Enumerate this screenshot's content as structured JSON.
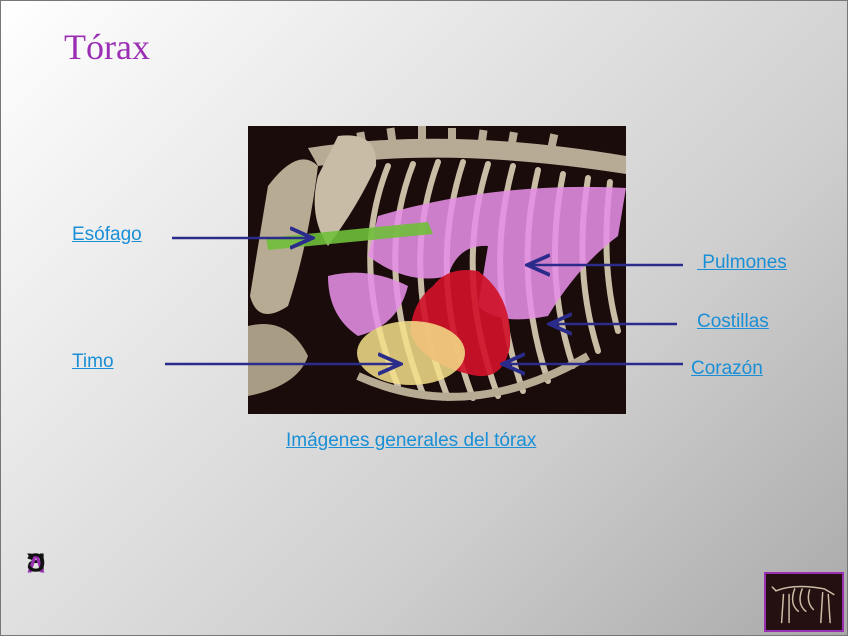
{
  "slide": {
    "title": "Tórax",
    "caption": "Imágenes generales del tórax",
    "logo": {
      "r": "R",
      "v": "V",
      "c": "C"
    }
  },
  "labels": {
    "esofago": "Esófago",
    "timo": "Timo",
    "pulmones": " Pulmones",
    "costillas": "Costillas",
    "corazon": "Corazón"
  },
  "colors": {
    "title": "#9b2fb4",
    "link": "#1a8fd6",
    "arrow": "#2b2b8c",
    "lungs": "#e68ee6",
    "heart": "#d0122a",
    "thymus": "#f6e08a",
    "esophagus": "#6fbf3a"
  },
  "icons": {
    "thumbnail": "skeleton-thumbnail-icon"
  }
}
